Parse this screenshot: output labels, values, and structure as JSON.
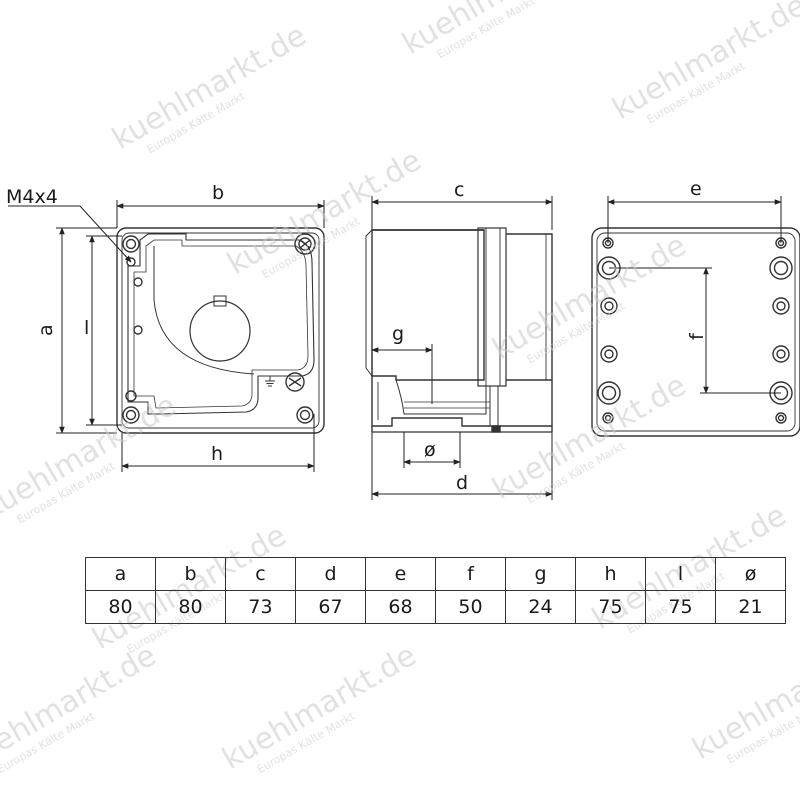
{
  "watermark": {
    "text": "kuehlmarkt.de",
    "subtext": "Europas Kälte Markt"
  },
  "labels": {
    "thread": "M4x4",
    "front_width": "b",
    "front_height_outer": "a",
    "front_height_inner": "l",
    "front_bottom_width": "h",
    "side_depth": "c",
    "side_bottom_depth": "d",
    "side_gland_offset": "g",
    "side_diameter": "ø",
    "back_width": "e",
    "back_hole_spacing": "f"
  },
  "table": {
    "headers": [
      "a",
      "b",
      "c",
      "d",
      "e",
      "f",
      "g",
      "h",
      "l",
      "ø"
    ],
    "values": [
      "80",
      "80",
      "73",
      "67",
      "68",
      "50",
      "24",
      "75",
      "75",
      "21"
    ]
  }
}
